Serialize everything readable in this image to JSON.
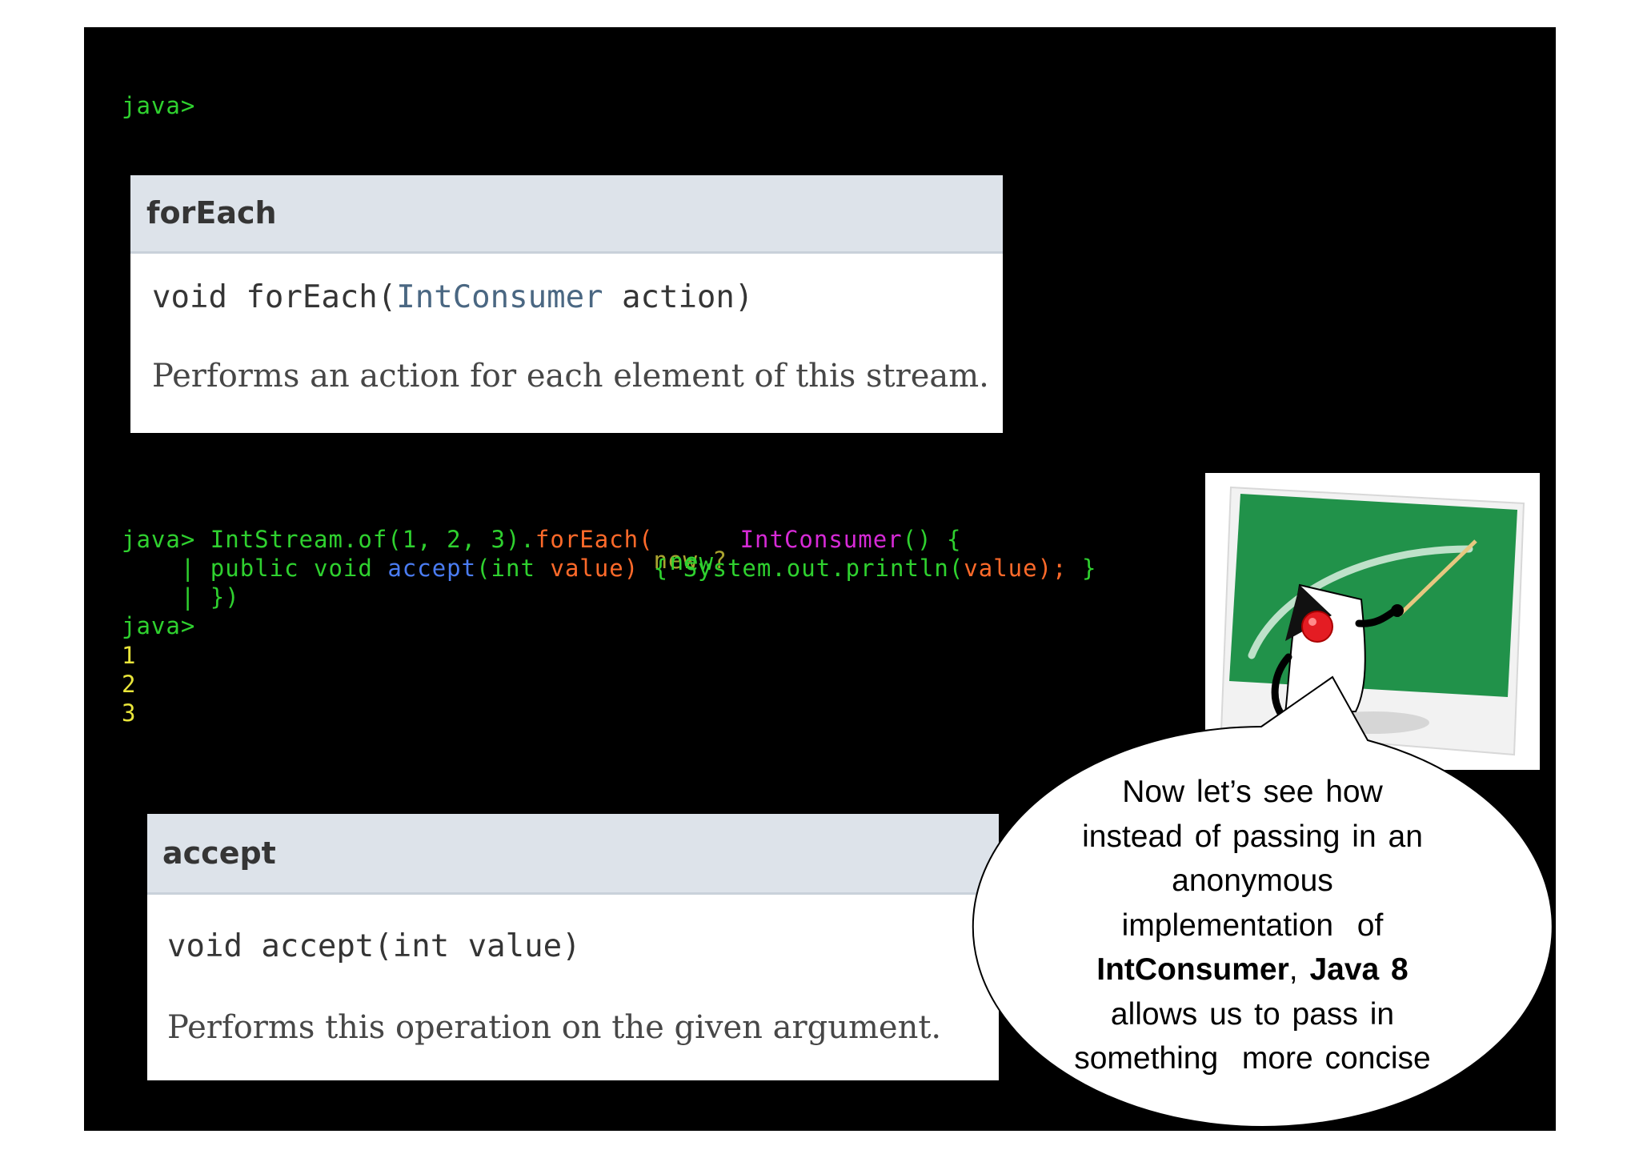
{
  "terminal": {
    "prompt": "java>",
    "command_prompt": "java>",
    "command_part1": "IntStream.of(1, 2, 3).",
    "command_method": "forEach(",
    "command_ghost": "new ?",
    "command_new": "new",
    "command_type": "IntConsumer",
    "command_tail": "() {",
    "line2_bar": "|",
    "line2_public": "public void",
    "line2_method": "accept",
    "line2_int": "(int",
    "line2_value": "value)",
    "line2_brace": "{",
    "line2_system": "System.out.println(",
    "line2_arg": "value);",
    "line2_close": "}",
    "line3_bar": "|",
    "line3_text": "})",
    "after_prompt": "java>",
    "outputs": [
      "1",
      "2",
      "3"
    ]
  },
  "forEach_doc": {
    "heading": "forEach",
    "sig_prefix": "void forEach(",
    "sig_type": "IntConsumer",
    "sig_suffix": " action)",
    "description": "Performs an action for each element of this stream."
  },
  "accept_doc": {
    "heading": "accept",
    "signature": "void accept(int value)",
    "description": "Performs this operation on the given argument."
  },
  "speech_bubble": {
    "line1": "Now let’s see how",
    "line2": "instead of passing in an",
    "line3": "anonymous",
    "line4": "implementation  of",
    "bold1": "IntConsumer",
    "comma": ", ",
    "bold2": "Java 8",
    "line6": "allows us to pass in",
    "line7": "something  more concise"
  },
  "colors": {
    "terminal_bg": "#000000",
    "prompt_green": "#2fd12f",
    "orange": "#ff6a2a",
    "blue": "#4a7cf2",
    "magenta": "#d62ad6",
    "output_yellow": "#e9e53a",
    "doc_header_bg": "#dde3ea",
    "chalkboard_green": "#21924a"
  },
  "icons": {
    "mascot": "duke-teacher-icon"
  }
}
